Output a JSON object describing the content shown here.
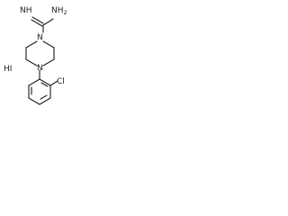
{
  "molecule": {
    "labels": {
      "imine": "NH",
      "amine_text": "NH",
      "amine_subscript": "2",
      "n_top": "N",
      "n_bottom": "N",
      "chloro": "Cl"
    },
    "salt": "HI"
  }
}
